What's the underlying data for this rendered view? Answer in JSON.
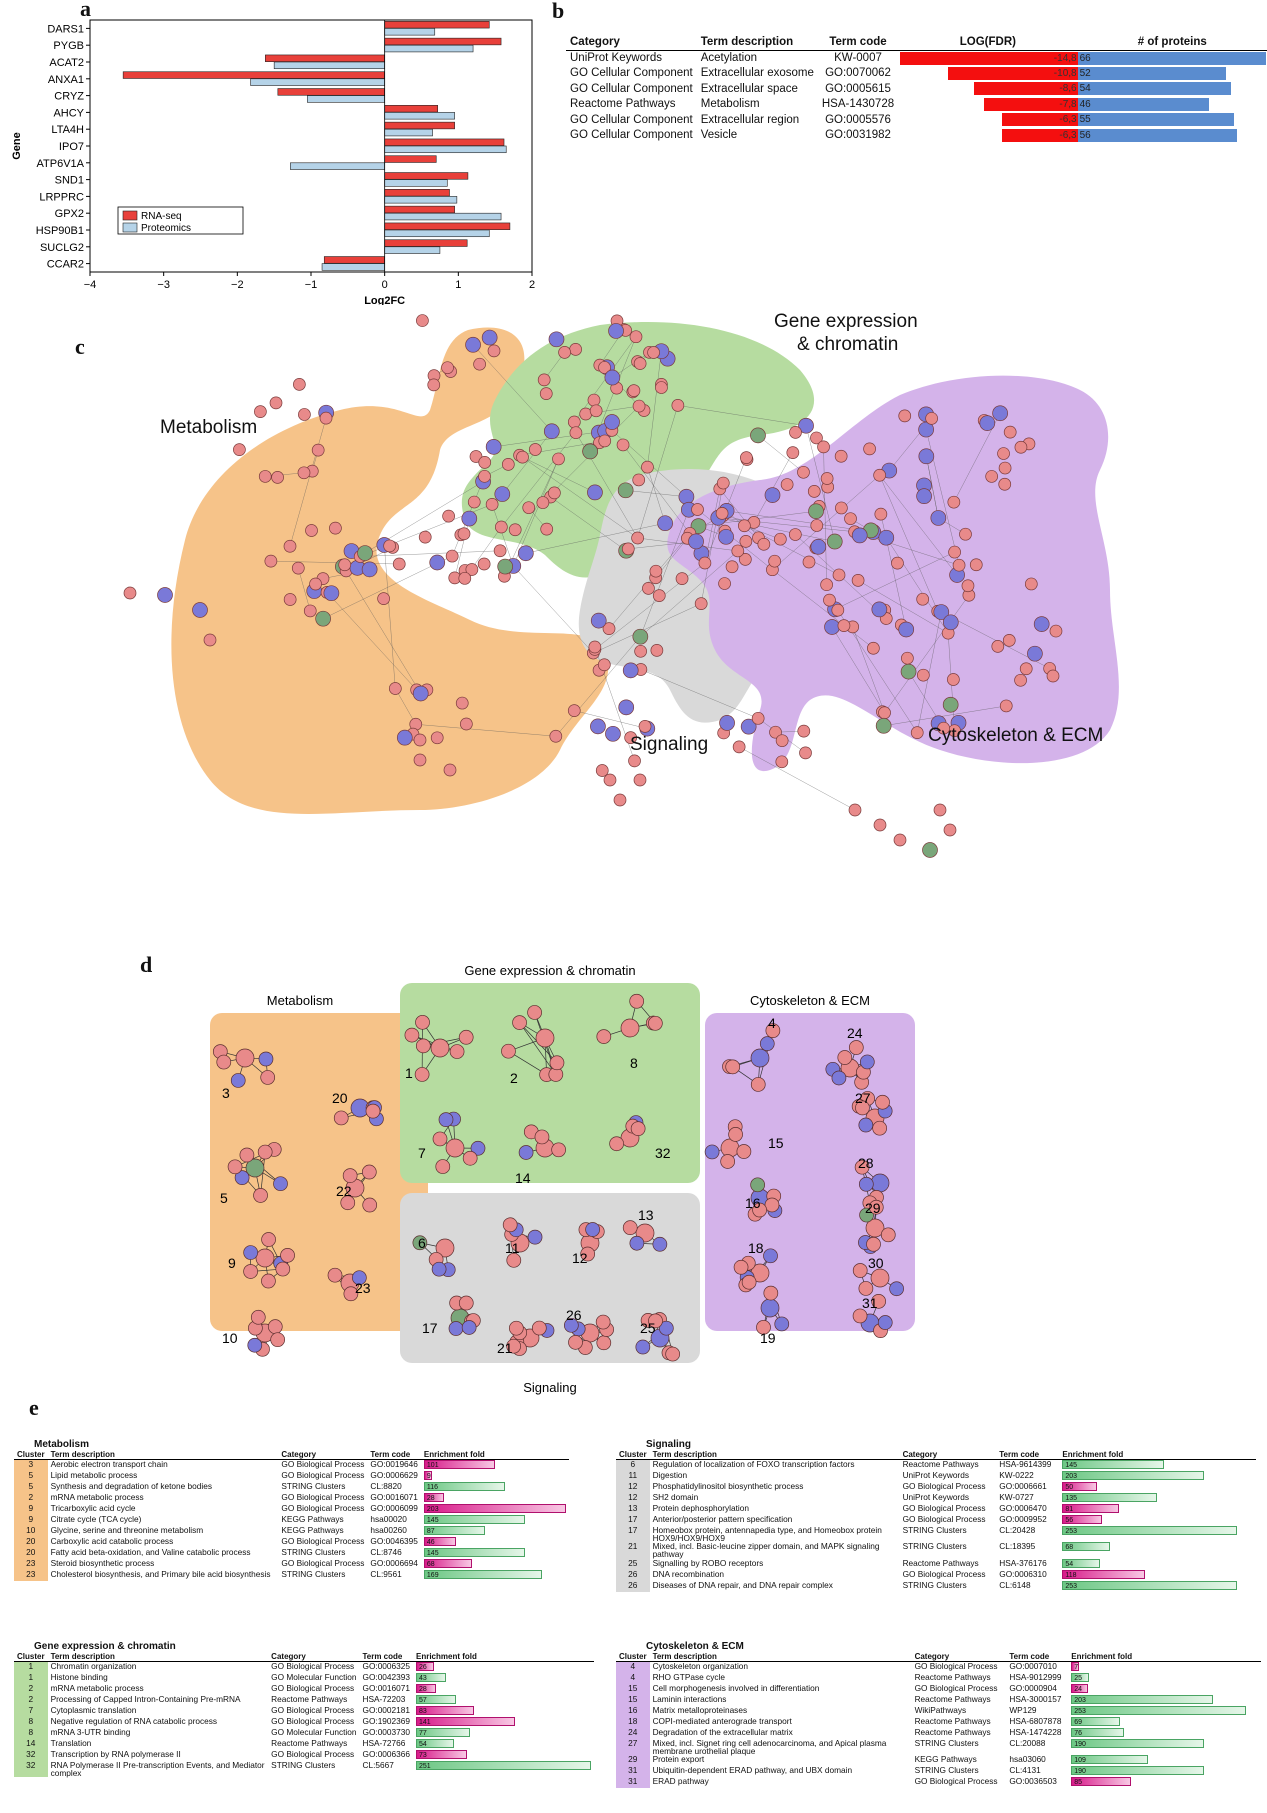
{
  "panel_labels": {
    "a": "a",
    "b": "b",
    "c": "c",
    "d": "d",
    "e": "e"
  },
  "colors": {
    "rna": "#e8403a",
    "prot": "#b5d3e8",
    "orange": "#f6c389",
    "green": "#b6dca0",
    "grey": "#d9d9d9",
    "purple": "#d4b3ea",
    "pink_node": "#e88a8a",
    "blue_node": "#7a79d8",
    "green_node": "#7aa67a"
  },
  "chart_data": {
    "type": "bar",
    "orientation": "horizontal",
    "ylabel": "Gene",
    "xlabel": "Log2FC",
    "xlim": [
      -4,
      2
    ],
    "xticks": [
      "−4",
      "−3",
      "−2",
      "−1",
      "0",
      "1",
      "2"
    ],
    "categories": [
      "DARS1",
      "PYGB",
      "ACAT2",
      "ANXA1",
      "CRYZ",
      "AHCY",
      "LTA4H",
      "IPO7",
      "ATP6V1A",
      "SND1",
      "LRPPRC",
      "GPX2",
      "HSP90B1",
      "SUCLG2",
      "CCAR2"
    ],
    "series": [
      {
        "name": "RNA-seq",
        "color": "#e8403a",
        "values": [
          1.42,
          1.58,
          -1.62,
          -3.55,
          -1.45,
          0.72,
          0.95,
          1.62,
          0.7,
          1.13,
          0.88,
          0.95,
          1.7,
          1.12,
          -0.82
        ]
      },
      {
        "name": "Proteomics",
        "color": "#b5d3e8",
        "values": [
          0.68,
          1.2,
          -1.5,
          -1.82,
          -1.05,
          0.95,
          0.65,
          1.65,
          -1.28,
          0.85,
          0.98,
          1.58,
          1.42,
          0.75,
          -0.85
        ]
      }
    ],
    "legend_position": "lower-left"
  },
  "table_b": {
    "headers": {
      "category": "Category",
      "term": "Term description",
      "code": "Term code",
      "logfdr": "LOG(FDR)",
      "nprot": "# of proteins"
    },
    "rows": [
      {
        "category": "UniProt Keywords",
        "term": "Acetylation",
        "code": "KW-0007",
        "logfdr": "-14,8",
        "nprot": "66",
        "logfdr_val": -14.8,
        "nprot_val": 66
      },
      {
        "category": "GO Cellular Component",
        "term": "Extracellular exosome",
        "code": "GO:0070062",
        "logfdr": "-10,8",
        "nprot": "52",
        "logfdr_val": -10.8,
        "nprot_val": 52
      },
      {
        "category": "GO Cellular Component",
        "term": "Extracellular space",
        "code": "GO:0005615",
        "logfdr": "-8,6",
        "nprot": "54",
        "logfdr_val": -8.6,
        "nprot_val": 54
      },
      {
        "category": "Reactome Pathways",
        "term": "Metabolism",
        "code": "HSA-1430728",
        "logfdr": "-7,8",
        "nprot": "46",
        "logfdr_val": -7.8,
        "nprot_val": 46
      },
      {
        "category": "GO Cellular Component",
        "term": "Extracellular region",
        "code": "GO:0005576",
        "logfdr": "-6,3",
        "nprot": "55",
        "logfdr_val": -6.3,
        "nprot_val": 55
      },
      {
        "category": "GO Cellular Component",
        "term": "Vesicle",
        "code": "GO:0031982",
        "logfdr": "-6,3",
        "nprot": "56",
        "logfdr_val": -6.3,
        "nprot_val": 56
      }
    ]
  },
  "network_c": {
    "labels": {
      "gene_expression": "Gene expression",
      "chromatin": "& chromatin",
      "metabolism": "Metabolism",
      "signaling": "Signaling",
      "cytoskeleton": "Cytoskeleton & ECM"
    }
  },
  "network_d": {
    "titles": {
      "metabolism": "Metabolism",
      "gene_expression": "Gene expression & chromatin",
      "cytoskeleton": "Cytoskeleton & ECM",
      "signaling": "Signaling"
    },
    "cluster_numbers": [
      "1",
      "2",
      "3",
      "4",
      "5",
      "6",
      "7",
      "8",
      "9",
      "10",
      "11",
      "12",
      "13",
      "14",
      "15",
      "16",
      "17",
      "18",
      "19",
      "20",
      "21",
      "22",
      "23",
      "24",
      "25",
      "26",
      "27",
      "28",
      "29",
      "30",
      "31",
      "32"
    ]
  },
  "tables_e": {
    "col_cluster": "Cluster",
    "col_term": "Term description",
    "col_category": "Category",
    "col_code": "Term code",
    "col_enrich": "Enrichment fold",
    "metabolism": {
      "title": "Metabolism",
      "rows": [
        {
          "cluster": "3",
          "term": "Aerobic electron transport chain",
          "category": "GO Biological Process",
          "code": "GO:0019646",
          "val": "101",
          "type": "pink"
        },
        {
          "cluster": "5",
          "term": "Lipid metabolic process",
          "category": "GO Biological Process",
          "code": "GO:0006629",
          "val": "9",
          "type": "pink"
        },
        {
          "cluster": "5",
          "term": "Synthesis and degradation of ketone bodies",
          "category": "STRING Clusters",
          "code": "CL:8820",
          "val": "116",
          "type": "green"
        },
        {
          "cluster": "2",
          "term": "mRNA metabolic process",
          "category": "GO Biological Process",
          "code": "GO:0016071",
          "val": "28",
          "type": "pink"
        },
        {
          "cluster": "9",
          "term": "Tricarboxylic acid cycle",
          "category": "GO Biological Process",
          "code": "GO:0006099",
          "val": "203",
          "type": "pink"
        },
        {
          "cluster": "9",
          "term": "Citrate cycle (TCA cycle)",
          "category": "KEGG Pathways",
          "code": "hsa00020",
          "val": "145",
          "type": "green"
        },
        {
          "cluster": "10",
          "term": "Glycine, serine and threonine metabolism",
          "category": "KEGG Pathways",
          "code": "hsa00260",
          "val": "87",
          "type": "green"
        },
        {
          "cluster": "20",
          "term": "Carboxylic acid catabolic process",
          "category": "GO Biological Process",
          "code": "GO:0046395",
          "val": "46",
          "type": "pink"
        },
        {
          "cluster": "20",
          "term": "Fatty acid beta-oxidation, and Valine catabolic process",
          "category": "STRING Clusters",
          "code": "CL:8746",
          "val": "145",
          "type": "green"
        },
        {
          "cluster": "23",
          "term": "Steroid biosynthetic process",
          "category": "GO Biological Process",
          "code": "GO:0006694",
          "val": "68",
          "type": "pink"
        },
        {
          "cluster": "23",
          "term": "Cholesterol biosynthesis, and Primary bile acid biosynthesis",
          "category": "STRING Clusters",
          "code": "CL:9561",
          "val": "169",
          "type": "green"
        }
      ]
    },
    "signaling": {
      "title": "Signaling",
      "rows": [
        {
          "cluster": "6",
          "term": "Regulation of localization of FOXO transcription factors",
          "category": "Reactome Pathways",
          "code": "HSA-9614399",
          "val": "145",
          "type": "green"
        },
        {
          "cluster": "11",
          "term": "Digestion",
          "category": "UniProt Keywords",
          "code": "KW-0222",
          "val": "203",
          "type": "green"
        },
        {
          "cluster": "12",
          "term": "Phosphatidylinositol biosynthetic process",
          "category": "GO Biological Process",
          "code": "GO:0006661",
          "val": "50",
          "type": "pink"
        },
        {
          "cluster": "12",
          "term": "SH2 domain",
          "category": "UniProt Keywords",
          "code": "KW-0727",
          "val": "135",
          "type": "green"
        },
        {
          "cluster": "13",
          "term": "Protein dephosphorylation",
          "category": "GO Biological Process",
          "code": "GO:0006470",
          "val": "81",
          "type": "pink"
        },
        {
          "cluster": "17",
          "term": "Anterior/posterior pattern specification",
          "category": "GO Biological Process",
          "code": "GO:0009952",
          "val": "56",
          "type": "pink"
        },
        {
          "cluster": "17",
          "term": "Homeobox protein, antennapedia type, and Homeobox protein HOX9/HOX9/HOX9",
          "category": "STRING Clusters",
          "code": "CL:20428",
          "val": "253",
          "type": "green"
        },
        {
          "cluster": "21",
          "term": "Mixed, incl. Basic-leucine zipper domain, and MAPK signaling pathway",
          "category": "STRING Clusters",
          "code": "CL:18395",
          "val": "68",
          "type": "green"
        },
        {
          "cluster": "25",
          "term": "Signalling by ROBO receptors",
          "category": "Reactome Pathways",
          "code": "HSA-376176",
          "val": "54",
          "type": "green"
        },
        {
          "cluster": "26",
          "term": "DNA recombination",
          "category": "GO Biological Process",
          "code": "GO:0006310",
          "val": "118",
          "type": "pink"
        },
        {
          "cluster": "26",
          "term": "Diseases of DNA repair, and DNA repair complex",
          "category": "STRING Clusters",
          "code": "CL:6148",
          "val": "253",
          "type": "green"
        }
      ]
    },
    "gene_expression": {
      "title": "Gene expression & chromatin",
      "rows": [
        {
          "cluster": "1",
          "term": "Chromatin organization",
          "category": "GO Biological Process",
          "code": "GO:0006325",
          "val": "26",
          "type": "pink"
        },
        {
          "cluster": "1",
          "term": "Histone binding",
          "category": "GO Molecular Function",
          "code": "GO:0042393",
          "val": "43",
          "type": "green"
        },
        {
          "cluster": "2",
          "term": "mRNA metabolic process",
          "category": "GO Biological Process",
          "code": "GO:0016071",
          "val": "28",
          "type": "pink"
        },
        {
          "cluster": "2",
          "term": "Processing of Capped Intron-Containing Pre-mRNA",
          "category": "Reactome Pathways",
          "code": "HSA-72203",
          "val": "57",
          "type": "green"
        },
        {
          "cluster": "7",
          "term": "Cytoplasmic translation",
          "category": "GO Biological Process",
          "code": "GO:0002181",
          "val": "83",
          "type": "pink"
        },
        {
          "cluster": "8",
          "term": "Negative regulation of RNA catabolic process",
          "category": "GO Biological Process",
          "code": "GO:1902369",
          "val": "141",
          "type": "pink"
        },
        {
          "cluster": "8",
          "term": "mRNA 3-UTR binding",
          "category": "GO Molecular Function",
          "code": "GO:0003730",
          "val": "77",
          "type": "green"
        },
        {
          "cluster": "14",
          "term": "Translation",
          "category": "Reactome Pathways",
          "code": "HSA-72766",
          "val": "54",
          "type": "green"
        },
        {
          "cluster": "32",
          "term": "Transcription by RNA polymerase II",
          "category": "GO Biological Process",
          "code": "GO:0006366",
          "val": "73",
          "type": "pink"
        },
        {
          "cluster": "32",
          "term": "RNA Polymerase II Pre-transcription Events, and Mediator complex",
          "category": "STRING Clusters",
          "code": "CL:5667",
          "val": "251",
          "type": "green"
        }
      ]
    },
    "cytoskeleton": {
      "title": "Cytoskeleton & ECM",
      "rows": [
        {
          "cluster": "4",
          "term": "Cytoskeleton organization",
          "category": "GO Biological Process",
          "code": "GO:0007010",
          "val": "7",
          "type": "pink"
        },
        {
          "cluster": "4",
          "term": "RHO GTPase cycle",
          "category": "Reactome Pathways",
          "code": "HSA-9012999",
          "val": "25",
          "type": "green"
        },
        {
          "cluster": "15",
          "term": "Cell morphogenesis involved in differentiation",
          "category": "GO Biological Process",
          "code": "GO:0000904",
          "val": "24",
          "type": "pink"
        },
        {
          "cluster": "15",
          "term": "Laminin interactions",
          "category": "Reactome Pathways",
          "code": "HSA-3000157",
          "val": "203",
          "type": "green"
        },
        {
          "cluster": "16",
          "term": "Matrix metalloproteinases",
          "category": "WikiPathways",
          "code": "WP129",
          "val": "253",
          "type": "green"
        },
        {
          "cluster": "18",
          "term": "COPI-mediated anterograde transport",
          "category": "Reactome Pathways",
          "code": "HSA-6807878",
          "val": "69",
          "type": "green"
        },
        {
          "cluster": "24",
          "term": "Degradation of the extracellular matrix",
          "category": "Reactome Pathways",
          "code": "HSA-1474228",
          "val": "76",
          "type": "green"
        },
        {
          "cluster": "27",
          "term": "Mixed, incl. Signet ring cell adenocarcinoma, and Apical plasma membrane urothelial plaque",
          "category": "STRING Clusters",
          "code": "CL:20088",
          "val": "190",
          "type": "green"
        },
        {
          "cluster": "29",
          "term": "Protein export",
          "category": "KEGG Pathways",
          "code": "hsa03060",
          "val": "109",
          "type": "green"
        },
        {
          "cluster": "31",
          "term": "Ubiquitin-dependent ERAD pathway, and UBX domain",
          "category": "STRING Clusters",
          "code": "CL:4131",
          "val": "190",
          "type": "green"
        },
        {
          "cluster": "31",
          "term": "ERAD pathway",
          "category": "GO Biological Process",
          "code": "GO:0036503",
          "val": "85",
          "type": "pink"
        }
      ]
    }
  }
}
